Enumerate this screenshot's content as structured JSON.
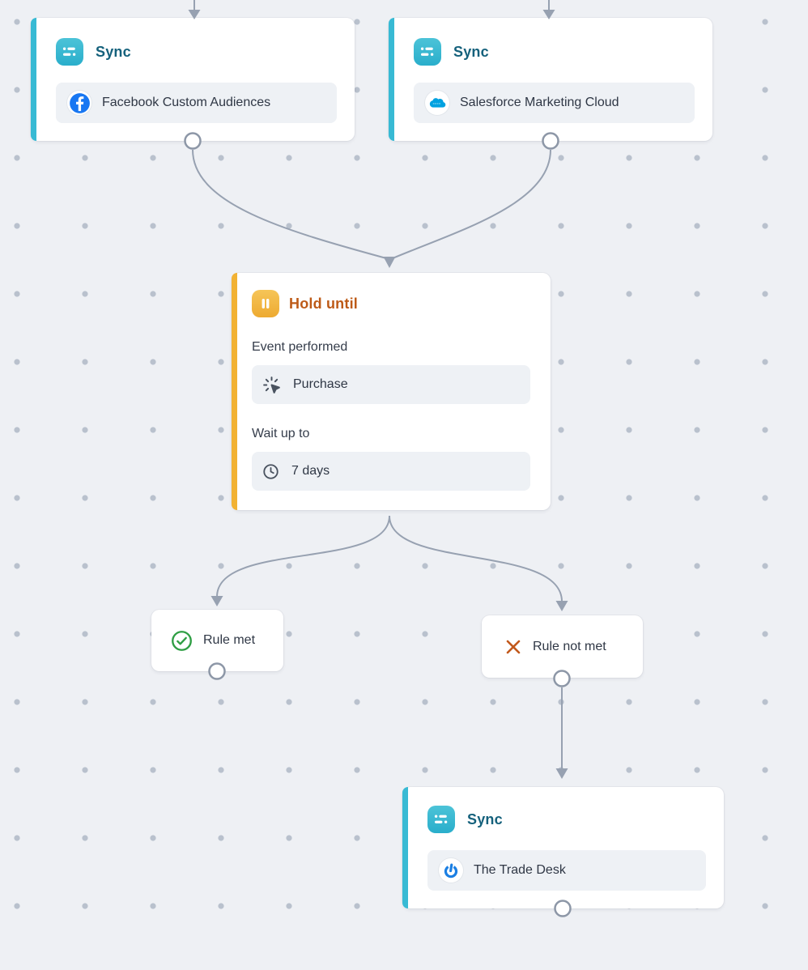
{
  "app": {
    "name": "Journey builder canvas"
  },
  "colors": {
    "canvas_bg": "#eef0f4",
    "grid_dot": "#b9c1cd",
    "edge": "#97a1b1",
    "sync_accent_teal": "#38bad4",
    "sync_title_teal": "#15617c",
    "hold_accent_amber": "#f2b233",
    "hold_title_rust": "#bd5a17",
    "rule_met_green": "#2f9e44",
    "rule_not_met_orange": "#c2591c",
    "facebook_blue": "#1877f2",
    "salesforce_blue": "#00a1e0",
    "tradedesk_blue": "#1b7fe3"
  },
  "nodes": {
    "sync_facebook": {
      "title": "Sync",
      "type_icon": "sync-icon",
      "destination": {
        "icon": "facebook-icon",
        "label": "Facebook Custom Audiences"
      }
    },
    "sync_salesforce": {
      "title": "Sync",
      "type_icon": "sync-icon",
      "destination": {
        "icon": "salesforce-icon",
        "label": "Salesforce Marketing Cloud"
      }
    },
    "hold_until": {
      "title": "Hold until",
      "type_icon": "pause-icon",
      "event_label": "Event performed",
      "event_value": {
        "icon": "cursor-click-icon",
        "label": "Purchase"
      },
      "wait_label": "Wait up to",
      "wait_value": {
        "icon": "clock-icon",
        "label": "7 days"
      }
    },
    "rule_met": {
      "icon": "check-circle-icon",
      "label": "Rule met"
    },
    "rule_not_met": {
      "icon": "x-icon",
      "label": "Rule not met"
    },
    "sync_tradedesk": {
      "title": "Sync",
      "type_icon": "sync-icon",
      "destination": {
        "icon": "tradedesk-icon",
        "label": "The Trade Desk"
      }
    }
  }
}
